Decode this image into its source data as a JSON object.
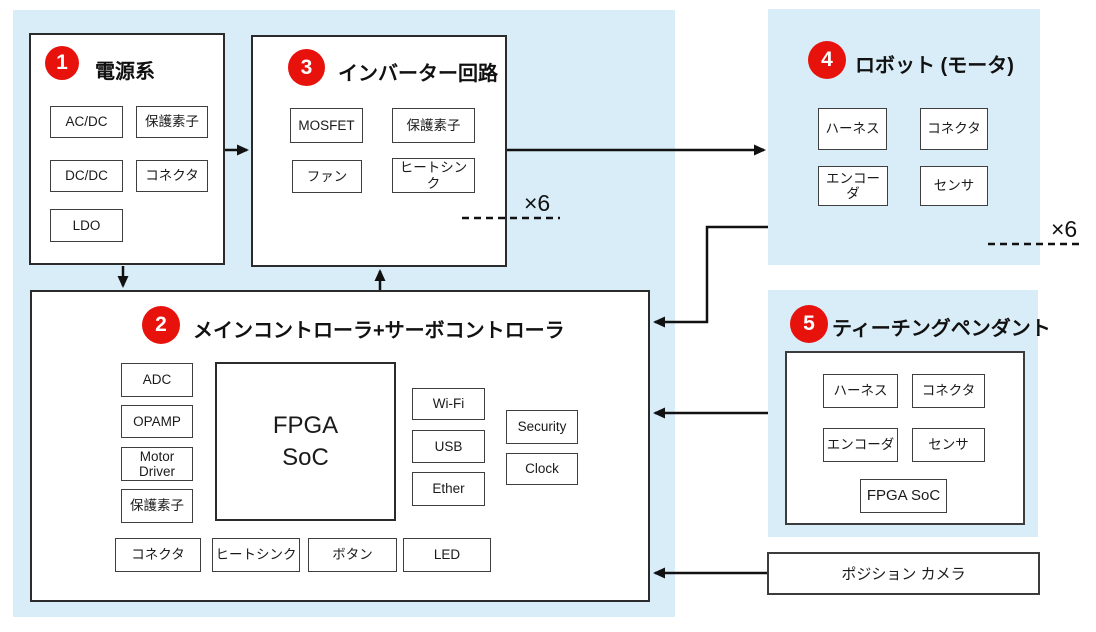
{
  "colors": {
    "panel_blue": "#d9edf8",
    "badge_red": "#e8120c",
    "box_border": "#3f3f3f",
    "arrow_black": "#111111",
    "background": "#ffffff"
  },
  "power": {
    "number": "1",
    "title": "電源系",
    "items": [
      "AC/DC",
      "保護素子",
      "DC/DC",
      "コネクタ",
      "LDO"
    ]
  },
  "controller": {
    "number": "2",
    "title": "メインコントローラ+サーボコントローラ",
    "left_items": [
      "ADC",
      "OPAMP",
      "Motor Driver",
      "保護素子"
    ],
    "fpga": "FPGA\nSoC",
    "mid_items": [
      "Wi-Fi",
      "USB",
      "Ether"
    ],
    "right_items": [
      "Security",
      "Clock"
    ],
    "bottom_items": [
      "コネクタ",
      "ヒートシンク",
      "ボタン",
      "LED"
    ]
  },
  "inverter": {
    "number": "3",
    "title": "インバーター回路",
    "items": [
      "MOSFET",
      "保護素子",
      "ファン",
      "ヒートシンク"
    ],
    "multiplier": "×6"
  },
  "robot": {
    "number": "4",
    "title": "ロボット (モータ)",
    "items": [
      "ハーネス",
      "コネクタ",
      "エンコーダ",
      "センサ"
    ],
    "multiplier": "×6"
  },
  "pendant": {
    "number": "5",
    "title": "ティーチングペンダント",
    "items": [
      "ハーネス",
      "コネクタ",
      "エンコーダ",
      "センサ",
      "FPGA SoC"
    ]
  },
  "camera": {
    "label": "ポジション カメラ"
  }
}
